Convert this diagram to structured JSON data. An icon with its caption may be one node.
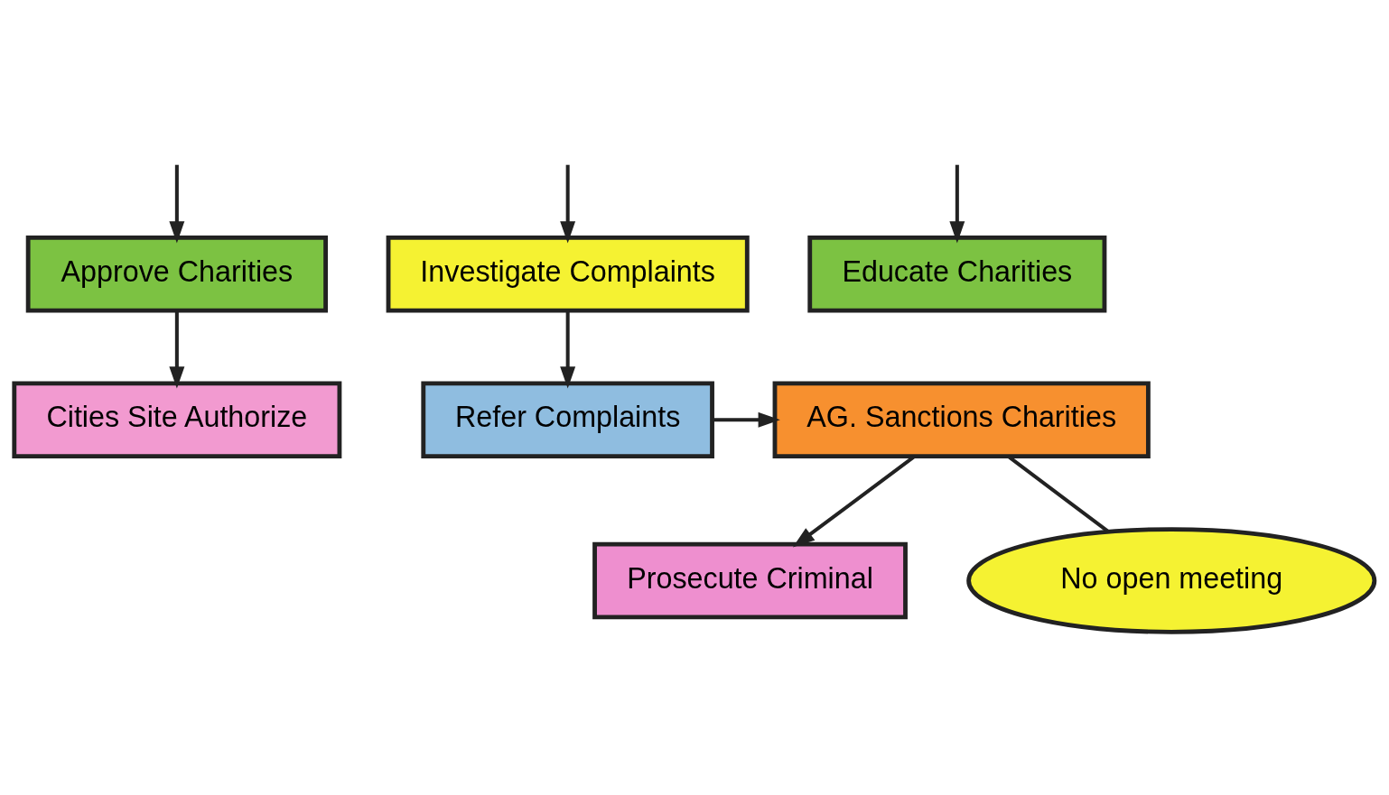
{
  "diagram": {
    "nodes": [
      {
        "text": [
          "Approve Charities"
        ]
      },
      {
        "text": [
          "Investigate Complaints"
        ]
      },
      {
        "text": [
          "Educate Charities"
        ]
      },
      {
        "text": [
          "Cities Site Authorize"
        ]
      },
      {
        "text": [
          "Refer Complaints"
        ]
      },
      {
        "text": [
          "AG. Sanctions Charities"
        ]
      },
      {
        "text": [
          "No open meeting"
        ]
      },
      {
        "text": [
          "Prosecute Criminal"
        ]
      }
    ],
    "edges": [
      {
        "from": null,
        "to": 0,
        "arrow": "to"
      },
      {
        "from": null,
        "to": 1,
        "arrow": "to"
      },
      {
        "from": null,
        "to": 2,
        "arrow": "to"
      },
      {
        "from": 0,
        "to": 3,
        "arrow": "to"
      },
      {
        "from": 1,
        "to": 4,
        "arrow": "to"
      },
      {
        "from": 4,
        "to": 5,
        "arrow": "to"
      },
      {
        "from": 5,
        "to": 7,
        "arrow": "to"
      },
      {
        "from": 6,
        "to": 5,
        "arrow": "none"
      }
    ]
  }
}
